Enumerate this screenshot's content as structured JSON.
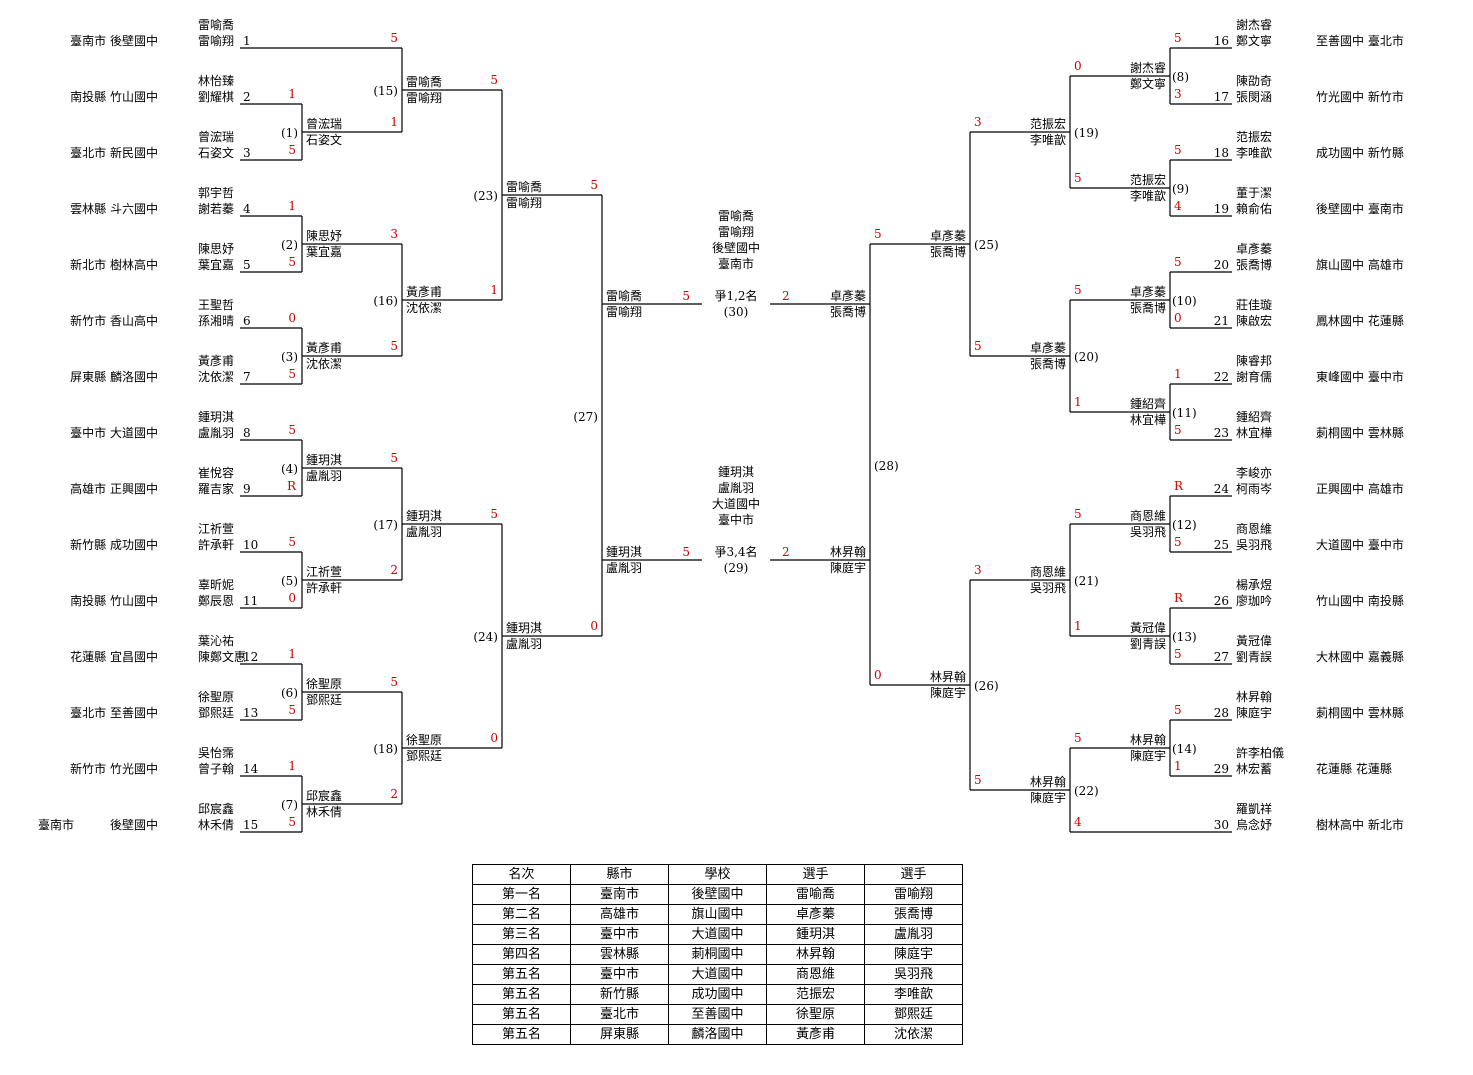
{
  "colors": {
    "line": "#000000",
    "score": "#d00000",
    "text": "#000000"
  },
  "left_entries": [
    {
      "seed": "1",
      "region": "臺南市 後壁國中",
      "p1": "雷喻喬",
      "p2": "雷喻翔"
    },
    {
      "seed": "2",
      "region": "南投縣 竹山國中",
      "p1": "林怡臻",
      "p2": "劉耀棋"
    },
    {
      "seed": "3",
      "region": "臺北市 新民國中",
      "p1": "曾浤瑞",
      "p2": "石姿文"
    },
    {
      "seed": "4",
      "region": "雲林縣 斗六國中",
      "p1": "郭宇哲",
      "p2": "謝若蓁"
    },
    {
      "seed": "5",
      "region": "新北市 樹林高中",
      "p1": "陳思妤",
      "p2": "葉宜嘉"
    },
    {
      "seed": "6",
      "region": "新竹市 香山高中",
      "p1": "王聖哲",
      "p2": "孫湘晴"
    },
    {
      "seed": "7",
      "region": "屏東縣 麟洛國中",
      "p1": "黃彥甫",
      "p2": "沈依潔"
    },
    {
      "seed": "8",
      "region": "臺中市 大道國中",
      "p1": "鍾玥淇",
      "p2": "盧胤羽"
    },
    {
      "seed": "9",
      "region": "高雄市 正興國中",
      "p1": "崔悅容",
      "p2": "羅吉家"
    },
    {
      "seed": "10",
      "region": "新竹縣 成功國中",
      "p1": "江祈萱",
      "p2": "許承軒"
    },
    {
      "seed": "11",
      "region": "南投縣 竹山國中",
      "p1": "辜昕妮",
      "p2": "鄭辰恩"
    },
    {
      "seed": "12",
      "region": "花蓮縣 宜昌國中",
      "p1": "葉沁祐",
      "p2": "陳鄭文惠"
    },
    {
      "seed": "13",
      "region": "臺北市 至善國中",
      "p1": "徐聖原",
      "p2": "鄧熙廷"
    },
    {
      "seed": "14",
      "region": "新竹市 竹光國中",
      "p1": "吳怡霈",
      "p2": "曾子翰"
    },
    {
      "seed": "15",
      "region": "臺南市　　　後壁國中",
      "p1": "邱宸鑫",
      "p2": "林禾倩"
    }
  ],
  "right_entries": [
    {
      "seed": "16",
      "region": "至善國中 臺北市",
      "p1": "謝杰睿",
      "p2": "鄭文寧"
    },
    {
      "seed": "17",
      "region": "竹光國中 新竹市",
      "p1": "陳劭奇",
      "p2": "張閔涵"
    },
    {
      "seed": "18",
      "region": "成功國中 新竹縣",
      "p1": "范振宏",
      "p2": "李唯歆"
    },
    {
      "seed": "19",
      "region": "後壁國中 臺南市",
      "p1": "董于潔",
      "p2": "賴俞佑"
    },
    {
      "seed": "20",
      "region": "旗山國中 高雄市",
      "p1": "卓彥蓁",
      "p2": "張喬博"
    },
    {
      "seed": "21",
      "region": "鳳林國中 花蓮縣",
      "p1": "莊佳璇",
      "p2": "陳啟宏"
    },
    {
      "seed": "22",
      "region": "東峰國中 臺中市",
      "p1": "陳睿邦",
      "p2": "謝育儒"
    },
    {
      "seed": "23",
      "region": "莿桐國中 雲林縣",
      "p1": "鍾紹齊",
      "p2": "林宜樺"
    },
    {
      "seed": "24",
      "region": "正興國中 高雄市",
      "p1": "李峻亦",
      "p2": "柯雨岑"
    },
    {
      "seed": "25",
      "region": "大道國中 臺中市",
      "p1": "商恩維",
      "p2": "吳羽飛"
    },
    {
      "seed": "26",
      "region": "竹山國中 南投縣",
      "p1": "楊承煜",
      "p2": "廖珈吟"
    },
    {
      "seed": "27",
      "region": "大林國中 嘉義縣",
      "p1": "黃冠偉",
      "p2": "劉青誤"
    },
    {
      "seed": "28",
      "region": "莿桐國中 雲林縣",
      "p1": "林昇翰",
      "p2": "陳庭宇"
    },
    {
      "seed": "29",
      "region": "花蓮縣 花蓮縣",
      "p1": "許李柏儀",
      "p2": "林宏蓄"
    },
    {
      "seed": "30",
      "region": "樹林高中 新北市",
      "p1": "羅凱祥",
      "p2": "烏念妤"
    }
  ],
  "left_rounds": {
    "r1": [
      {
        "num": "(1)",
        "w1": "曾浤瑞",
        "w2": "石姿文",
        "s_top": "1",
        "s_bot": "5"
      },
      {
        "num": "(2)",
        "w1": "陳思妤",
        "w2": "葉宜嘉",
        "s_top": "1",
        "s_bot": "5"
      },
      {
        "num": "(3)",
        "w1": "黃彥甫",
        "w2": "沈依潔",
        "s_top": "0",
        "s_bot": "5"
      },
      {
        "num": "(4)",
        "w1": "鍾玥淇",
        "w2": "盧胤羽",
        "s_top": "5",
        "s_bot": "R"
      },
      {
        "num": "(5)",
        "w1": "江祈萱",
        "w2": "許承軒",
        "s_top": "5",
        "s_bot": "0"
      },
      {
        "num": "(6)",
        "w1": "徐聖原",
        "w2": "鄧熙廷",
        "s_top": "1",
        "s_bot": "5"
      },
      {
        "num": "(7)",
        "w1": "邱宸鑫",
        "w2": "林禾倩",
        "s_top": "1",
        "s_bot": "5"
      }
    ],
    "r2": [
      {
        "num": "(15)",
        "w1": "雷喻喬",
        "w2": "雷喻翔",
        "s_top": "5",
        "s_bot": "1"
      },
      {
        "num": "(16)",
        "w1": "黃彥甫",
        "w2": "沈依潔",
        "s_top": "3",
        "s_bot": "5"
      },
      {
        "num": "(17)",
        "w1": "鍾玥淇",
        "w2": "盧胤羽",
        "s_top": "5",
        "s_bot": "2"
      },
      {
        "num": "(18)",
        "w1": "徐聖原",
        "w2": "鄧熙廷",
        "s_top": "5",
        "s_bot": "2"
      }
    ],
    "r3": [
      {
        "num": "(23)",
        "w1": "雷喻喬",
        "w2": "雷喻翔",
        "s_top": "5",
        "s_bot": "1"
      },
      {
        "num": "(24)",
        "w1": "鍾玥淇",
        "w2": "盧胤羽",
        "s_top": "5",
        "s_bot": "0"
      }
    ],
    "r4": {
      "num": "(27)",
      "top_w1": "雷喻喬",
      "top_w2": "雷喻翔",
      "top_s": "5",
      "bot_w1": "鍾玥淇",
      "bot_w2": "盧胤羽",
      "bot_s": "0"
    }
  },
  "right_rounds": {
    "r1": [
      {
        "num": "(8)",
        "w1": "謝杰睿",
        "w2": "鄭文寧",
        "s_top": "5",
        "s_bot": "3"
      },
      {
        "num": "(9)",
        "w1": "范振宏",
        "w2": "李唯歆",
        "s_top": "5",
        "s_bot": "4"
      },
      {
        "num": "(10)",
        "w1": "卓彥蓁",
        "w2": "張喬博",
        "s_top": "5",
        "s_bot": "0"
      },
      {
        "num": "(11)",
        "w1": "鍾紹齊",
        "w2": "林宜樺",
        "s_top": "1",
        "s_bot": "5"
      },
      {
        "num": "(12)",
        "w1": "商恩維",
        "w2": "吳羽飛",
        "s_top": "R",
        "s_bot": "5"
      },
      {
        "num": "(13)",
        "w1": "黃冠偉",
        "w2": "劉青誤",
        "s_top": "R",
        "s_bot": "5"
      },
      {
        "num": "(14)",
        "w1": "林昇翰",
        "w2": "陳庭宇",
        "s_top": "5",
        "s_bot": "1"
      }
    ],
    "r2": [
      {
        "num": "(19)",
        "w1": "范振宏",
        "w2": "李唯歆",
        "s_top": "0",
        "s_bot": "5"
      },
      {
        "num": "(20)",
        "w1": "卓彥蓁",
        "w2": "張喬博",
        "s_top": "5",
        "s_bot": "1"
      },
      {
        "num": "(21)",
        "w1": "商恩維",
        "w2": "吳羽飛",
        "s_top": "5",
        "s_bot": "1"
      },
      {
        "num": "(22)",
        "w1": "林昇翰",
        "w2": "陳庭宇",
        "s_top": "5",
        "s_bot": "4"
      }
    ],
    "r3": [
      {
        "num": "(25)",
        "w1": "卓彥蓁",
        "w2": "張喬博",
        "s_top": "3",
        "s_bot": "5"
      },
      {
        "num": "(26)",
        "w1": "林昇翰",
        "w2": "陳庭宇",
        "s_top": "3",
        "s_bot": "5"
      }
    ],
    "r4": {
      "num": "(28)",
      "top_w1": "卓彥蓁",
      "top_w2": "張喬博",
      "top_s": "5",
      "bot_w1": "林昇翰",
      "bot_w2": "陳庭宇",
      "bot_s": "0"
    }
  },
  "finals": {
    "first": {
      "label": "爭1,2名",
      "num": "(30)",
      "left_score": "5",
      "right_score": "2",
      "left_p1": "雷喻喬",
      "left_p2": "雷喻翔",
      "right_p1": "卓彥蓁",
      "right_p2": "張喬博",
      "winner": [
        "雷喻喬",
        "雷喻翔",
        "後壁國中",
        "臺南市"
      ]
    },
    "third": {
      "label": "爭3,4名",
      "num": "(29)",
      "left_score": "5",
      "right_score": "2",
      "left_p1": "鍾玥淇",
      "left_p2": "盧胤羽",
      "right_p1": "林昇翰",
      "right_p2": "陳庭宇",
      "winner": [
        "鍾玥淇",
        "盧胤羽",
        "大道國中",
        "臺中市"
      ]
    }
  },
  "results_table": {
    "headers": [
      "名次",
      "縣市",
      "學校",
      "選手",
      "選手"
    ],
    "rows": [
      [
        "第一名",
        "臺南市",
        "後壁國中",
        "雷喻喬",
        "雷喻翔"
      ],
      [
        "第二名",
        "高雄市",
        "旗山國中",
        "卓彥蓁",
        "張喬博"
      ],
      [
        "第三名",
        "臺中市",
        "大道國中",
        "鍾玥淇",
        "盧胤羽"
      ],
      [
        "第四名",
        "雲林縣",
        "莿桐國中",
        "林昇翰",
        "陳庭宇"
      ],
      [
        "第五名",
        "臺中市",
        "大道國中",
        "商恩維",
        "吳羽飛"
      ],
      [
        "第五名",
        "新竹縣",
        "成功國中",
        "范振宏",
        "李唯歆"
      ],
      [
        "第五名",
        "臺北市",
        "至善國中",
        "徐聖原",
        "鄧熙廷"
      ],
      [
        "第五名",
        "屏東縣",
        "麟洛國中",
        "黃彥甫",
        "沈依潔"
      ]
    ]
  }
}
